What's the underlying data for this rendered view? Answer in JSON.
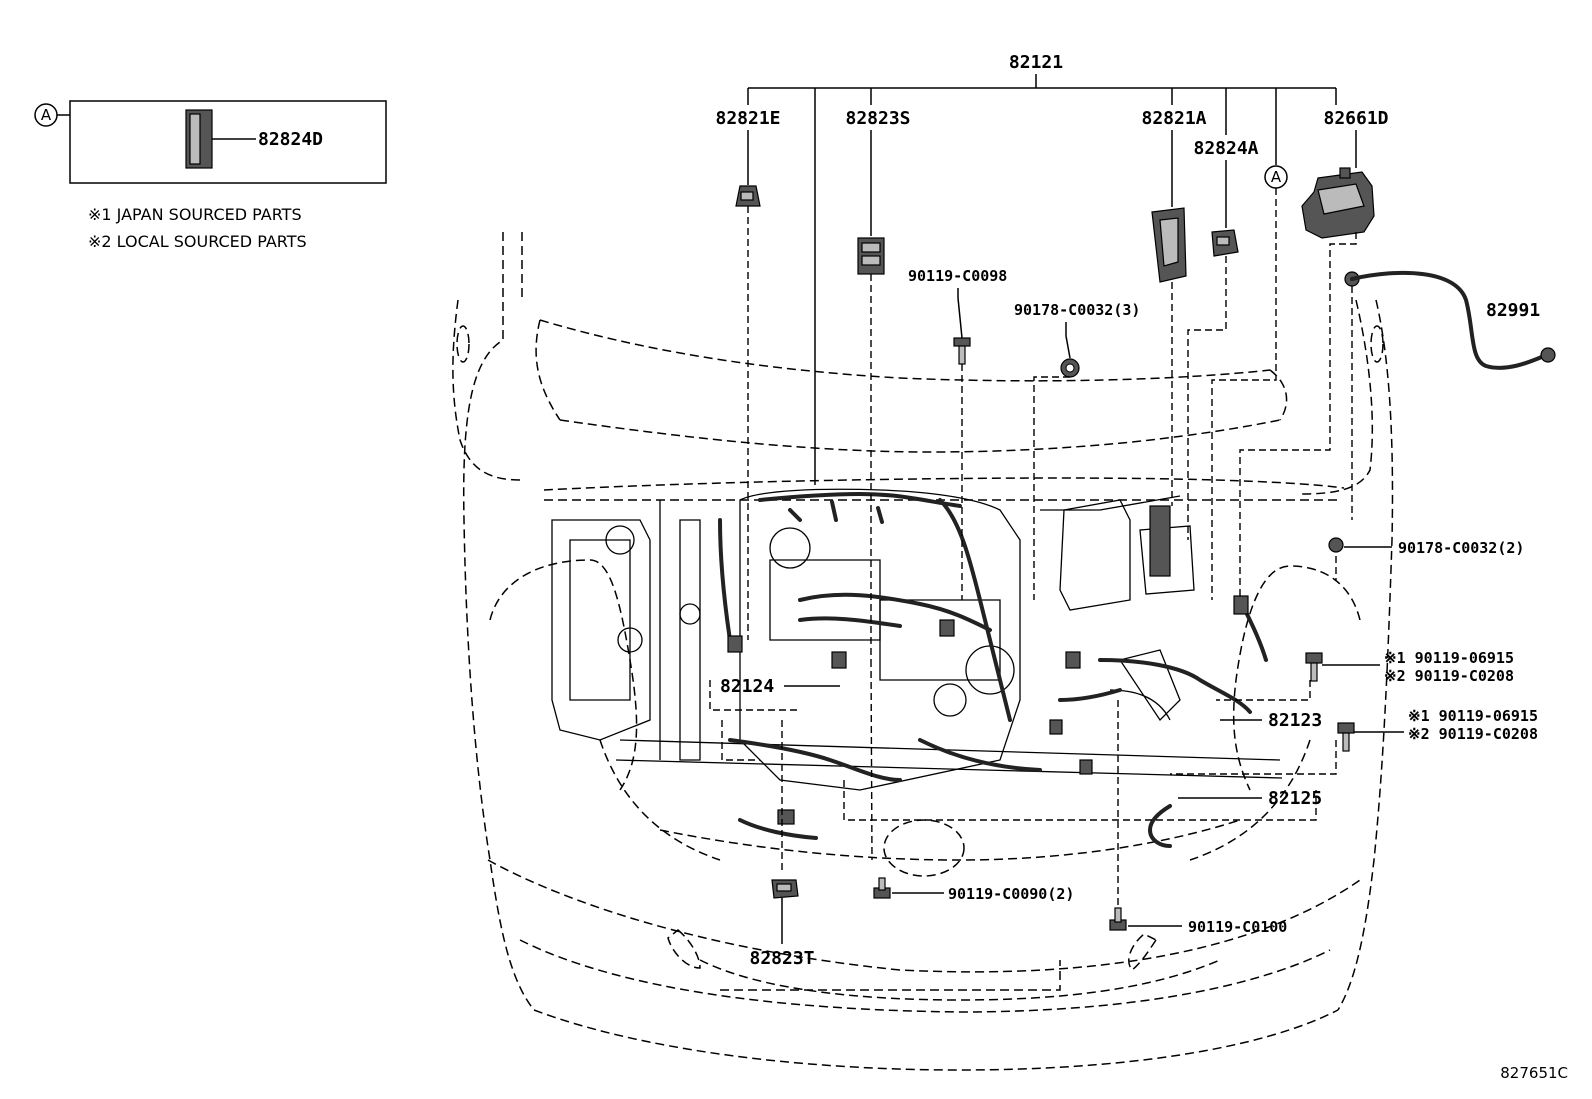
{
  "labels": {
    "harness_top": "82121",
    "inset_part": "82824D",
    "p82821E": "82821E",
    "p82823S": "82823S",
    "p82821A": "82821A",
    "p82824A": "82824A",
    "p82661D": "82661D",
    "p82991": "82991",
    "p90119C0098": "90119-C0098",
    "p90178C0032_3": "90178-C0032(3)",
    "p90178C0032_2": "90178-C0032(2)",
    "p82124": "82124",
    "p82123": "82123",
    "p82125": "82125",
    "p90119C0090_2": "90119-C0090(2)",
    "p90119C0100": "90119-C0100",
    "p82823T": "82823T",
    "bolt1_jp": "※1 90119-06915",
    "bolt1_lc": "※2 90119-C0208",
    "bolt2_jp": "※1 90119-06915",
    "bolt2_lc": "※2 90119-C0208"
  },
  "notes": {
    "note1": "※1 JAPAN SOURCED PARTS",
    "note2": "※2 LOCAL SOURCED PARTS"
  },
  "callout": {
    "inset": "A",
    "body": "A"
  },
  "reference": "827651C"
}
